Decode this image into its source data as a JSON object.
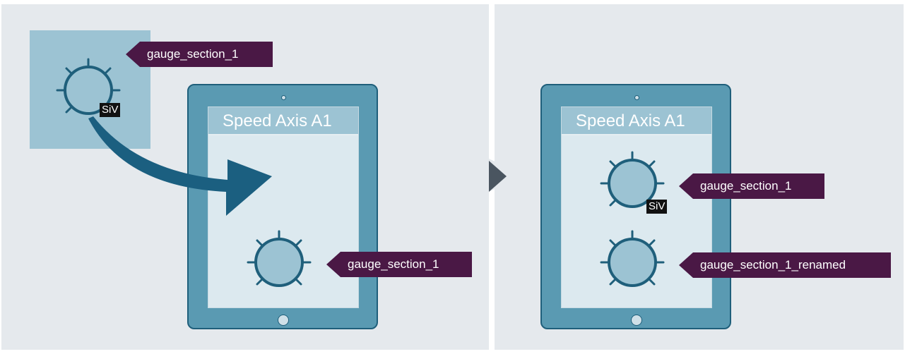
{
  "left": {
    "library_tag": "gauge_section_1",
    "library_badge": "SiV",
    "tablet_title": "Speed Axis A1",
    "placed_tag": "gauge_section_1"
  },
  "right": {
    "tablet_title": "Speed Axis A1",
    "gauge1_tag": "gauge_section_1",
    "gauge1_badge": "SiV",
    "gauge2_tag": "gauge_section_1_renamed"
  },
  "colors": {
    "panel_bg": "#e5e9ed",
    "tablet": "#5a9ab2",
    "gauge_stroke": "#1f5f7b",
    "arrow": "#1b5f80",
    "tag_bg": "#4a1845",
    "separator_chevron": "#4a5560"
  },
  "icons": [
    "gauge-icon",
    "curved-arrow-icon",
    "chevron-right-icon"
  ]
}
